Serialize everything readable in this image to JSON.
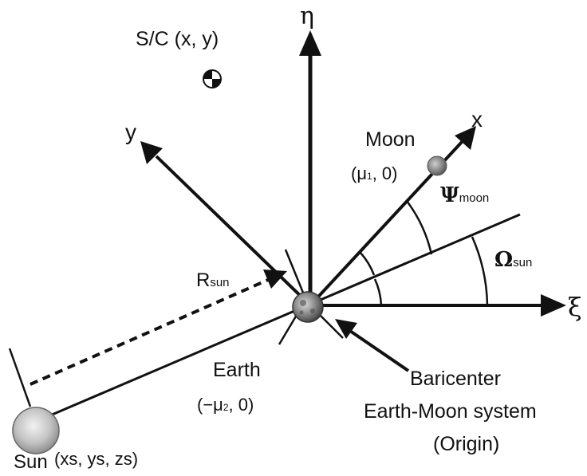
{
  "axes": {
    "eta": "η",
    "xi": "ξ",
    "x": "x",
    "y": "y"
  },
  "spacecraft": {
    "label": "S/C (x, y)"
  },
  "moon": {
    "label": "Moon",
    "coord_open": "(μ",
    "coord_sub": "1",
    "coord_close": ", 0)"
  },
  "angles": {
    "psi_symbol": "Ψ",
    "psi_sub": "moon",
    "omega_symbol": "Ω",
    "omega_sub": "sun"
  },
  "rsun": {
    "symbol": "R",
    "sub": "sun"
  },
  "earth": {
    "label": "Earth",
    "coord_open": "(−μ",
    "coord_sub": "2",
    "coord_close": ", 0)"
  },
  "barycenter": {
    "line1": "Baricenter",
    "line2": "Earth-Moon system",
    "line3": "(Origin)"
  },
  "sun": {
    "label": "Sun",
    "coords": "(xs, ys, zs)"
  },
  "colors": {
    "ink": "#111111",
    "body_gray": "#9a9a9a",
    "sun_fill": "#c8c8c8"
  }
}
